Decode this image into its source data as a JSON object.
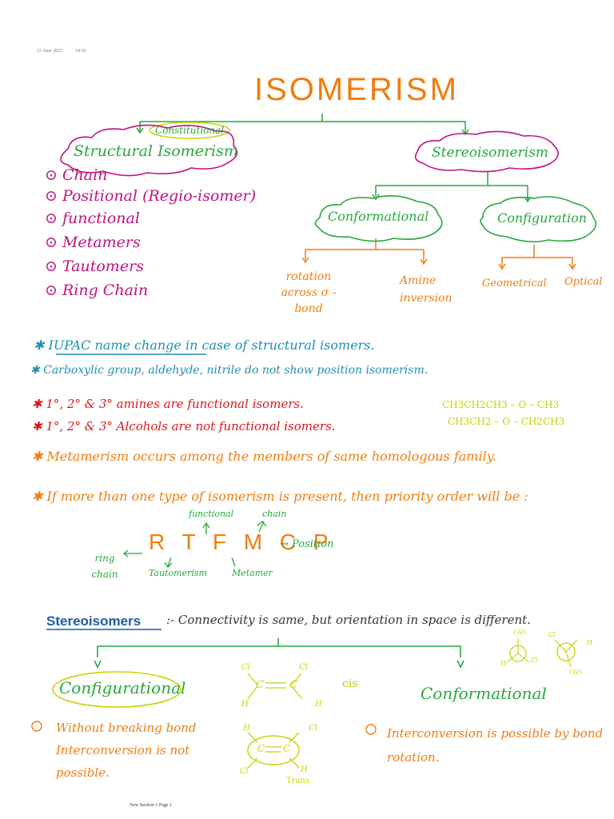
{
  "header": {
    "date": "15 June 2025",
    "time": "14:16"
  },
  "title": "ISOMERISM",
  "tree": {
    "constitutional_label": "Constitutional",
    "structural": {
      "label": "Structural Isomerism",
      "items": [
        "Chain",
        "Positional (Regio-isomer)",
        "functional",
        "Metamers",
        "Tautomers",
        "Ring Chain"
      ],
      "bullet": "⊙"
    },
    "stereo": {
      "label": "Stereoisomerism",
      "conformational": {
        "label": "Conformational",
        "children": [
          "rotation across σ - bond",
          "Amine inversion"
        ]
      },
      "configuration": {
        "label": "Configuration",
        "children": [
          "Geometrical",
          "Optical"
        ]
      }
    }
  },
  "notes": [
    "IUPAC name change in case of structural isomers.",
    "Carboxylic group, aldehyde, nitrile do not show position isomerism.",
    "1°, 2° & 3° amines are functional isomers.",
    "1°, 2° & 3° Alcohols are not functional isomers.",
    "Metamerism occurs among the members of same homologous family.",
    "If more than one type of isomerism is present, then priority order will be :"
  ],
  "formulas": [
    "CH3CH2CH3 – O – CH3",
    "CH3CH2 – O – CH2CH3"
  ],
  "priority": {
    "sequence": "R T F M C P",
    "position": "→ Position",
    "functional": "functional",
    "chain": "chain",
    "ring_chain": "ring chain",
    "tautomerism": "Tautomerism",
    "metamer": "Metamer"
  },
  "stereoisomers": {
    "heading": "Stereoisomers",
    "definition": ":- Connectivity is same, but orientation in space is different.",
    "configurational": {
      "label": "Configurational",
      "point": "Without breaking bond Interconversion is not possible."
    },
    "conformational": {
      "label": "Conformational",
      "point": "Interconversion is possible by bond rotation."
    },
    "cis_label": "cis",
    "trans_label": "Trans",
    "atoms": {
      "c": "C",
      "h": "H",
      "cl": "Cl",
      "ch3": "CH3"
    }
  },
  "footer": "New Section 1 Page 1",
  "colors": {
    "pink": "#c0137f",
    "orange": "#f07d10",
    "green": "#27a83a",
    "blue": "#1f8fb0",
    "red": "#e01515",
    "yellow": "#c7d300",
    "heading_blue": "#1e5aa8"
  }
}
